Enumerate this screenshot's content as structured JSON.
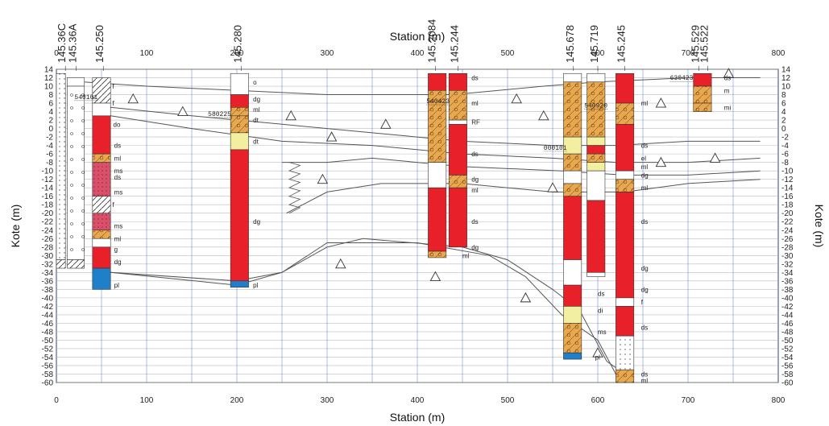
{
  "chart_data": {
    "type": "geotechnical-profile",
    "xlabel_top": "Station (m)",
    "xlabel_bottom": "Station (m)",
    "ylabel_left": "Kote (m)",
    "ylabel_right": "Kote (m)",
    "xlim": [
      0,
      800
    ],
    "ylim": [
      -60,
      14
    ],
    "xticks": [
      0,
      100,
      200,
      300,
      400,
      500,
      600,
      700,
      800
    ],
    "yticks": [
      14,
      12,
      10,
      8,
      6,
      4,
      2,
      0,
      -2,
      -4,
      -6,
      -8,
      -10,
      -12,
      -14,
      -16,
      -18,
      -20,
      -22,
      -24,
      -26,
      -28,
      -30,
      -32,
      -34,
      -36,
      -38,
      -40,
      -42,
      -44,
      -46,
      -48,
      -50,
      -52,
      -54,
      -56,
      -58,
      -60
    ],
    "grid": true,
    "colors": {
      "dg": "#e8202a",
      "ds": "#e8202a",
      "ml": "#e8a850",
      "mi": "#e8a850",
      "dt": "#f2f0a0",
      "pl": "#1f7fc8",
      "ms": "#d8506a",
      "fill": "#ffffff",
      "sand": "#ffffff"
    },
    "borehole_labels": [
      {
        "text": "145.36C",
        "station": 10
      },
      {
        "text": "145.36A",
        "station": 22
      },
      {
        "text": "145.250",
        "station": 52
      },
      {
        "text": "145.280",
        "station": 205
      },
      {
        "text": "145.2084",
        "station": 420
      },
      {
        "text": "145.244",
        "station": 445
      },
      {
        "text": "145.678",
        "station": 573
      },
      {
        "text": "145.719",
        "station": 600
      },
      {
        "text": "145.245",
        "station": 630
      },
      {
        "text": "145.529",
        "station": 712
      },
      {
        "text": "145.522",
        "station": 722
      }
    ],
    "annotations": [
      {
        "text": "540101",
        "station": 20,
        "elev": 7
      },
      {
        "text": "580225",
        "station": 168,
        "elev": 3
      },
      {
        "text": "540423",
        "station": 410,
        "elev": 6
      },
      {
        "text": "000101",
        "station": 540,
        "elev": -5
      },
      {
        "text": "540920",
        "station": 585,
        "elev": 5
      },
      {
        "text": "630423",
        "station": 680,
        "elev": 11.5
      }
    ],
    "soil_labels": [
      {
        "text": "f",
        "station": 62,
        "elev": 10
      },
      {
        "text": "f",
        "station": 62,
        "elev": 6
      },
      {
        "text": "do",
        "station": 63,
        "elev": 1
      },
      {
        "text": "ds",
        "station": 64,
        "elev": -4
      },
      {
        "text": "ml",
        "station": 64,
        "elev": -7
      },
      {
        "text": "ms",
        "station": 64,
        "elev": -10
      },
      {
        "text": "ds",
        "station": 64,
        "elev": -11.5
      },
      {
        "text": "ms",
        "station": 64,
        "elev": -15
      },
      {
        "text": "f",
        "station": 62,
        "elev": -18
      },
      {
        "text": "ms",
        "station": 64,
        "elev": -23
      },
      {
        "text": "ml",
        "station": 64,
        "elev": -26
      },
      {
        "text": "g",
        "station": 64,
        "elev": -28.5
      },
      {
        "text": "dg",
        "station": 64,
        "elev": -31.5
      },
      {
        "text": "pl",
        "station": 64,
        "elev": -37
      },
      {
        "text": "o",
        "station": 218,
        "elev": 11
      },
      {
        "text": "dg",
        "station": 218,
        "elev": 7
      },
      {
        "text": "ml",
        "station": 218,
        "elev": 4.5
      },
      {
        "text": "dt",
        "station": 218,
        "elev": 2
      },
      {
        "text": "dt",
        "station": 218,
        "elev": -3
      },
      {
        "text": "dg",
        "station": 218,
        "elev": -22
      },
      {
        "text": "pl",
        "station": 218,
        "elev": -37
      },
      {
        "text": "ds",
        "station": 460,
        "elev": 12
      },
      {
        "text": "ml",
        "station": 460,
        "elev": 6
      },
      {
        "text": "RF",
        "station": 460,
        "elev": 1.5
      },
      {
        "text": "ds",
        "station": 460,
        "elev": -6
      },
      {
        "text": "dg",
        "station": 460,
        "elev": -12
      },
      {
        "text": "ml",
        "station": 460,
        "elev": -14.5
      },
      {
        "text": "ds",
        "station": 460,
        "elev": -22
      },
      {
        "text": "dg",
        "station": 460,
        "elev": -28
      },
      {
        "text": "ml",
        "station": 450,
        "elev": -30
      },
      {
        "text": "ml",
        "station": 648,
        "elev": 6
      },
      {
        "text": "ds",
        "station": 648,
        "elev": -4
      },
      {
        "text": "el",
        "station": 648,
        "elev": -7
      },
      {
        "text": "ml",
        "station": 648,
        "elev": -9
      },
      {
        "text": "dg",
        "station": 648,
        "elev": -11
      },
      {
        "text": "ml",
        "station": 648,
        "elev": -14
      },
      {
        "text": "ds",
        "station": 648,
        "elev": -22
      },
      {
        "text": "dg",
        "station": 648,
        "elev": -33
      },
      {
        "text": "dg",
        "station": 648,
        "elev": -38
      },
      {
        "text": "f",
        "station": 648,
        "elev": -41
      },
      {
        "text": "ds",
        "station": 648,
        "elev": -47
      },
      {
        "text": "ds",
        "station": 648,
        "elev": -58
      },
      {
        "text": "ml",
        "station": 648,
        "elev": -59.5
      },
      {
        "text": "ds",
        "station": 600,
        "elev": -39
      },
      {
        "text": "di",
        "station": 600,
        "elev": -43
      },
      {
        "text": "ms",
        "station": 600,
        "elev": -48
      },
      {
        "text": "pl",
        "station": 597,
        "elev": -54
      },
      {
        "text": "ds",
        "station": 740,
        "elev": 12
      },
      {
        "text": "m",
        "station": 740,
        "elev": 9
      },
      {
        "text": "mi",
        "station": 740,
        "elev": 5
      }
    ],
    "boreholes": [
      {
        "id": "145.36C",
        "x0": 0,
        "x1": 10,
        "layers": [
          {
            "top": 13,
            "bot": -31,
            "type": "sand"
          },
          {
            "top": -31,
            "bot": -33,
            "type": "hatch"
          }
        ]
      },
      {
        "id": "145.36A",
        "x0": 12,
        "x1": 31,
        "layers": [
          {
            "top": 12,
            "bot": 10,
            "type": "fill"
          },
          {
            "top": 10,
            "bot": -31,
            "type": "gravelwhite"
          },
          {
            "top": -31,
            "bot": -33,
            "type": "hatch"
          }
        ]
      },
      {
        "id": "145.250",
        "x0": 40,
        "x1": 60,
        "layers": [
          {
            "top": 12,
            "bot": 6,
            "type": "hatch"
          },
          {
            "top": 6,
            "bot": 3,
            "type": "fill"
          },
          {
            "top": 3,
            "bot": -6,
            "type": "red"
          },
          {
            "top": -6,
            "bot": -8,
            "type": "orange"
          },
          {
            "top": -8,
            "bot": -16,
            "type": "pinkdots"
          },
          {
            "top": -16,
            "bot": -20,
            "type": "hatch"
          },
          {
            "top": -20,
            "bot": -24,
            "type": "pinkdots"
          },
          {
            "top": -24,
            "bot": -26,
            "type": "orange"
          },
          {
            "top": -26,
            "bot": -28,
            "type": "fill"
          },
          {
            "top": -28,
            "bot": -33,
            "type": "red"
          },
          {
            "top": -33,
            "bot": -38,
            "type": "blue"
          }
        ]
      },
      {
        "id": "145.280",
        "x0": 193,
        "x1": 213,
        "layers": [
          {
            "top": 13,
            "bot": 8,
            "type": "fill"
          },
          {
            "top": 8,
            "bot": 5,
            "type": "red"
          },
          {
            "top": 5,
            "bot": 3,
            "type": "orange"
          },
          {
            "top": 3,
            "bot": -1,
            "type": "orange"
          },
          {
            "top": -1,
            "bot": -5,
            "type": "yellow"
          },
          {
            "top": -5,
            "bot": -36,
            "type": "red"
          },
          {
            "top": -36,
            "bot": -37.5,
            "type": "blue"
          }
        ]
      },
      {
        "id": "145.2084",
        "x0": 412,
        "x1": 432,
        "layers": [
          {
            "top": 13,
            "bot": 9,
            "type": "red"
          },
          {
            "top": 9,
            "bot": -8,
            "type": "orange"
          },
          {
            "top": -8,
            "bot": -14,
            "type": "fill"
          },
          {
            "top": -14,
            "bot": -29,
            "type": "red"
          },
          {
            "top": -29,
            "bot": -30.5,
            "type": "orange"
          }
        ]
      },
      {
        "id": "145.244",
        "x0": 435,
        "x1": 455,
        "layers": [
          {
            "top": 13,
            "bot": 9,
            "type": "red"
          },
          {
            "top": 9,
            "bot": 2,
            "type": "orange"
          },
          {
            "top": 2,
            "bot": 1,
            "type": "fill"
          },
          {
            "top": 1,
            "bot": -11,
            "type": "red"
          },
          {
            "top": -11,
            "bot": -14,
            "type": "orange"
          },
          {
            "top": -14,
            "bot": -28,
            "type": "red"
          }
        ]
      },
      {
        "id": "145.678",
        "x0": 562,
        "x1": 582,
        "layers": [
          {
            "top": 13,
            "bot": 11,
            "type": "fill"
          },
          {
            "top": 11,
            "bot": -2,
            "type": "orange"
          },
          {
            "top": -2,
            "bot": -6,
            "type": "yellow"
          },
          {
            "top": -6,
            "bot": -10,
            "type": "orange"
          },
          {
            "top": -10,
            "bot": -13,
            "type": "fill"
          },
          {
            "top": -13,
            "bot": -16,
            "type": "orange"
          },
          {
            "top": -16,
            "bot": -31,
            "type": "red"
          },
          {
            "top": -31,
            "bot": -37,
            "type": "fill"
          },
          {
            "top": -37,
            "bot": -42,
            "type": "red"
          },
          {
            "top": -42,
            "bot": -46,
            "type": "yellow"
          },
          {
            "top": -46,
            "bot": -53,
            "type": "orange"
          },
          {
            "top": -53,
            "bot": -54.5,
            "type": "blue"
          }
        ]
      },
      {
        "id": "145.719",
        "x0": 588,
        "x1": 608,
        "layers": [
          {
            "top": 13,
            "bot": 11,
            "type": "fill"
          },
          {
            "top": 11,
            "bot": -2,
            "type": "orange"
          },
          {
            "top": -2,
            "bot": -4,
            "type": "yellow"
          },
          {
            "top": -4,
            "bot": -6,
            "type": "red"
          },
          {
            "top": -6,
            "bot": -8,
            "type": "orange"
          },
          {
            "top": -8,
            "bot": -10,
            "type": "yellow"
          },
          {
            "top": -10,
            "bot": -17,
            "type": "fill"
          },
          {
            "top": -17,
            "bot": -34,
            "type": "red"
          },
          {
            "top": -34,
            "bot": -35,
            "type": "fill"
          }
        ]
      },
      {
        "id": "145.245",
        "x0": 620,
        "x1": 640,
        "layers": [
          {
            "top": 13,
            "bot": 6,
            "type": "red"
          },
          {
            "top": 6,
            "bot": 1,
            "type": "orange"
          },
          {
            "top": 1,
            "bot": -10,
            "type": "red"
          },
          {
            "top": -10,
            "bot": -12,
            "type": "fill"
          },
          {
            "top": -12,
            "bot": -15,
            "type": "orange"
          },
          {
            "top": -15,
            "bot": -40,
            "type": "red"
          },
          {
            "top": -40,
            "bot": -42,
            "type": "fill"
          },
          {
            "top": -42,
            "bot": -49,
            "type": "red"
          },
          {
            "top": -49,
            "bot": -57,
            "type": "sand"
          },
          {
            "top": -57,
            "bot": -60,
            "type": "orange"
          }
        ]
      },
      {
        "id": "145.529",
        "x0": 706,
        "x1": 726,
        "layers": [
          {
            "top": 13,
            "bot": 10,
            "type": "red"
          },
          {
            "top": 10,
            "bot": 6,
            "type": "orange"
          },
          {
            "top": 6,
            "bot": 4,
            "type": "orange"
          }
        ]
      }
    ],
    "surface_lines": [
      [
        [
          30,
          11
        ],
        [
          100,
          10
        ],
        [
          200,
          9
        ],
        [
          300,
          8
        ],
        [
          400,
          8
        ],
        [
          440,
          8
        ],
        [
          540,
          10
        ],
        [
          600,
          11
        ],
        [
          700,
          12
        ],
        [
          780,
          12
        ]
      ],
      [
        [
          60,
          5
        ],
        [
          150,
          3
        ],
        [
          250,
          1
        ],
        [
          350,
          -1
        ],
        [
          450,
          -3
        ],
        [
          550,
          -4
        ],
        [
          620,
          -4
        ],
        [
          700,
          -3
        ],
        [
          780,
          -3
        ]
      ],
      [
        [
          60,
          3
        ],
        [
          150,
          0
        ],
        [
          250,
          -3
        ],
        [
          350,
          -4
        ],
        [
          450,
          -6
        ],
        [
          550,
          -7
        ],
        [
          620,
          -8
        ],
        [
          700,
          -8
        ],
        [
          780,
          -7
        ]
      ],
      [
        [
          250,
          -8
        ],
        [
          300,
          -8
        ],
        [
          350,
          -7
        ],
        [
          450,
          -9
        ],
        [
          560,
          -10
        ],
        [
          630,
          -11
        ],
        [
          700,
          -11
        ],
        [
          780,
          -10
        ]
      ],
      [
        [
          255,
          -20
        ],
        [
          300,
          -15
        ],
        [
          360,
          -13
        ],
        [
          450,
          -13
        ],
        [
          550,
          -15
        ],
        [
          630,
          -15
        ],
        [
          700,
          -13
        ],
        [
          780,
          -12
        ]
      ],
      [
        [
          60,
          -34
        ],
        [
          200,
          -36
        ],
        [
          250,
          -34
        ],
        [
          300,
          -28
        ],
        [
          340,
          -26
        ],
        [
          450,
          -28
        ],
        [
          500,
          -31
        ],
        [
          550,
          -38
        ],
        [
          580,
          -43
        ],
        [
          610,
          -55
        ],
        [
          630,
          -58
        ],
        [
          640,
          -60
        ]
      ],
      [
        [
          60,
          -34
        ],
        [
          200,
          -37
        ],
        [
          250,
          -34
        ],
        [
          300,
          -27
        ],
        [
          400,
          -27
        ],
        [
          480,
          -30
        ],
        [
          520,
          -35
        ],
        [
          560,
          -44
        ],
        [
          600,
          -50
        ],
        [
          625,
          -60
        ]
      ]
    ],
    "triangles": [
      [
        85,
        7
      ],
      [
        140,
        4
      ],
      [
        260,
        3
      ],
      [
        305,
        -2
      ],
      [
        365,
        1
      ],
      [
        295,
        -12
      ],
      [
        315,
        -32
      ],
      [
        420,
        -35
      ],
      [
        520,
        -40
      ],
      [
        510,
        7
      ],
      [
        540,
        3
      ],
      [
        550,
        -14
      ],
      [
        600,
        -53
      ],
      [
        670,
        6
      ],
      [
        670,
        -8
      ],
      [
        730,
        -7
      ],
      [
        745,
        13
      ]
    ]
  }
}
